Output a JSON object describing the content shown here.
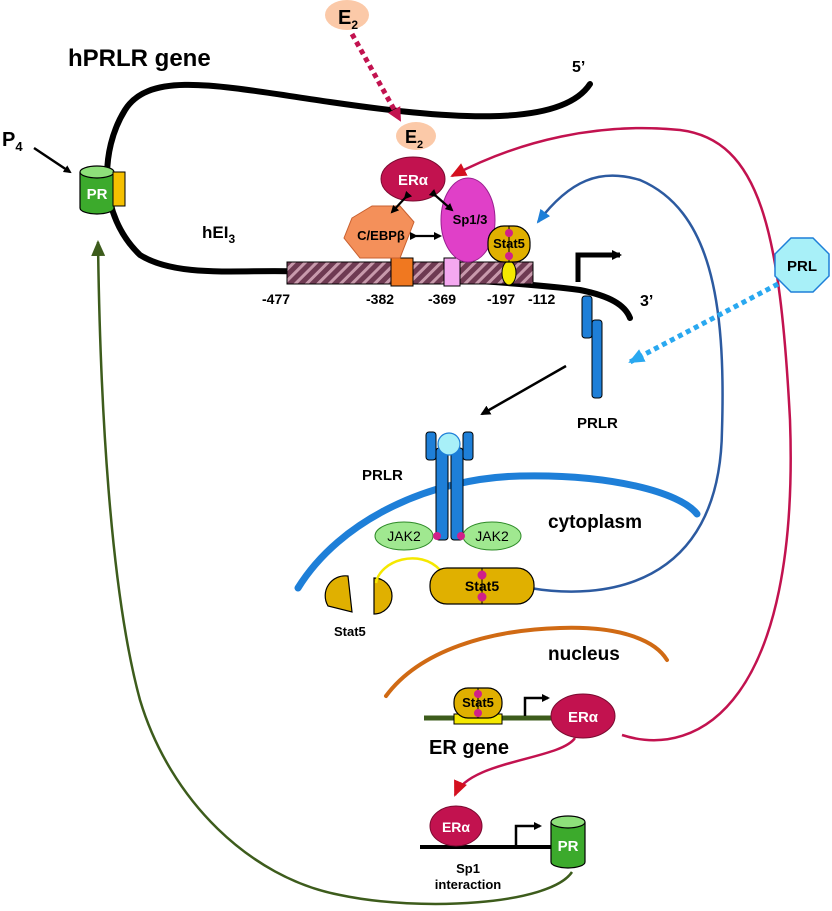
{
  "title": "hPRLR gene",
  "end_5": "5’",
  "end_3": "3’",
  "p4": "P",
  "p4_sub": "4",
  "e2": "E",
  "e2_sub": "2",
  "pr": "PR",
  "promoter": "hEI",
  "promoter_sub": "3",
  "positions": [
    "-477",
    "-382",
    "-369",
    "-197",
    "-112"
  ],
  "factors": {
    "er_alpha": "ERα",
    "sp13": "Sp1/3",
    "cebpb": "C/EBPβ",
    "stat5": "Stat5",
    "jak2": "JAK2",
    "prl": "PRL",
    "prlr": "PRLR"
  },
  "compartments": {
    "cytoplasm": "cytoplasm",
    "nucleus": "nucleus"
  },
  "er_gene": "ER gene",
  "sp1_line1": "Sp1",
  "sp1_line2": "interaction",
  "colors": {
    "er": "#c2124f",
    "sp": "#e040c8",
    "cebp": "#f4905a",
    "stat5": "#e0b000",
    "prlr": "#1e7fd8",
    "prl": "#a8f0f8",
    "jak2": "#a0e890",
    "pr": "#3caa2c",
    "e2": "#fbc9a8"
  }
}
